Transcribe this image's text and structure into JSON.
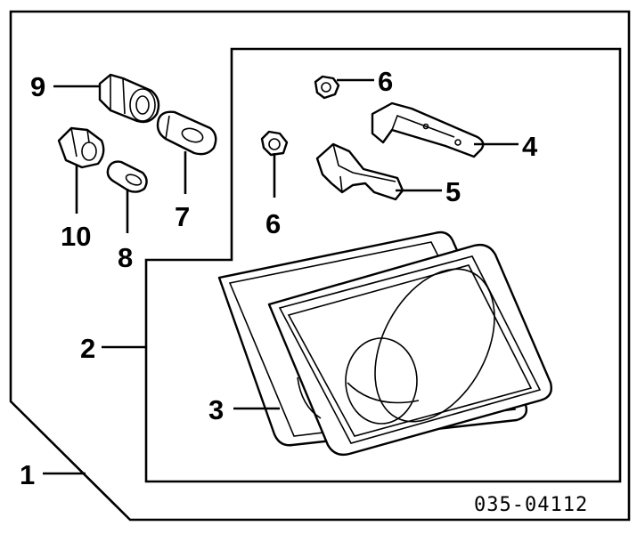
{
  "diagram": {
    "labels": {
      "l1": "1",
      "l2": "2",
      "l3": "3",
      "l4": "4",
      "l5": "5",
      "l6a": "6",
      "l6b": "6",
      "l7": "7",
      "l8": "8",
      "l9": "9",
      "l10": "10"
    },
    "code": "035-04112"
  }
}
